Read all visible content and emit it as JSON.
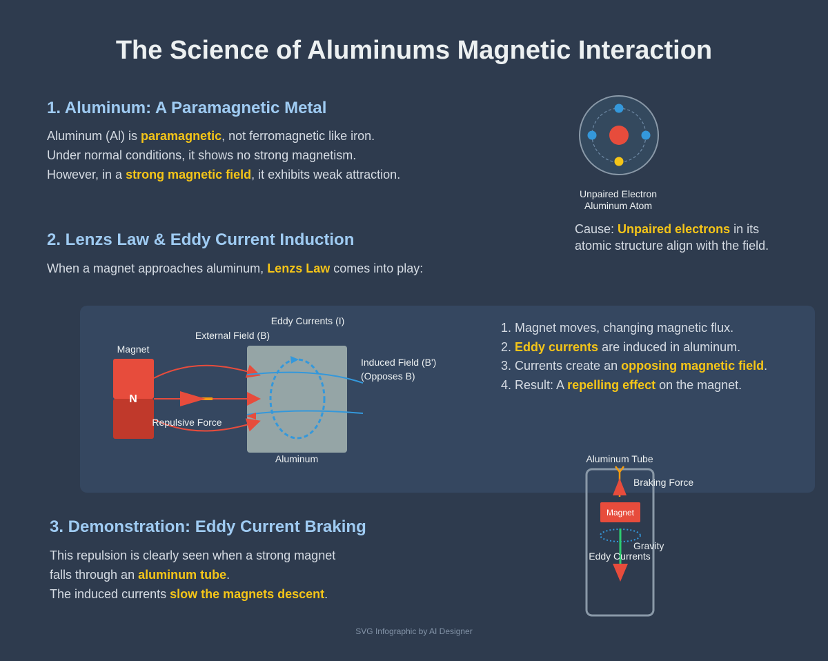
{
  "title": "The Science of Aluminums Magnetic Interaction",
  "section1": {
    "heading": "1. Aluminum: A Paramagnetic Metal",
    "line1": {
      "a": "Aluminum (Al) is ",
      "b": "paramagnetic",
      "c": ", not ferromagnetic like iron."
    },
    "line2": "Under normal conditions, it shows no strong magnetism.",
    "line3": {
      "a": "However, in a ",
      "b": "strong magnetic field",
      "c": ", it exhibits weak attraction."
    },
    "atom": {
      "label1": "Unpaired Electron",
      "label2": "Aluminum Atom"
    },
    "cause": {
      "a": "Cause: ",
      "b": "Unpaired electrons",
      "c": " in its",
      "d": "atomic structure align with the field."
    }
  },
  "section2": {
    "heading": "2. Lenzs Law & Eddy Current Induction",
    "intro": {
      "a": "When a magnet approaches aluminum, ",
      "b": "Lenzs Law",
      "c": " comes into play:"
    },
    "diagram": {
      "magnet_label": "Magnet",
      "magnet_pole": "N",
      "external_field": "External Field (B)",
      "eddy_currents": "Eddy Currents (I)",
      "induced_field_1": "Induced Field (B')",
      "induced_field_2": "(Opposes B)",
      "repulsive_force": "Repulsive Force",
      "aluminum": "Aluminum"
    },
    "steps": [
      {
        "a": "1. Magnet moves, changing magnetic flux.",
        "b": "",
        "c": ""
      },
      {
        "a": "2. ",
        "b": "Eddy currents",
        "c": " are induced in aluminum."
      },
      {
        "a": "3. Currents create an ",
        "b": "opposing magnetic field",
        "c": "."
      },
      {
        "a": "4. Result: A ",
        "b": "repelling effect",
        "c": " on the magnet."
      }
    ]
  },
  "section3": {
    "heading": "3. Demonstration: Eddy Current Braking",
    "line1": "This repulsion is clearly seen when a strong magnet",
    "line2": {
      "a": "falls through an ",
      "b": "aluminum tube",
      "c": "."
    },
    "line3": {
      "a": "The induced currents ",
      "b": "slow the magnets descent",
      "c": "."
    },
    "tube": {
      "tube_label": "Aluminum Tube",
      "braking_force": "Braking Force",
      "magnet": "Magnet",
      "gravity": "Gravity",
      "eddy_currents": "Eddy Currents"
    }
  },
  "footer": "SVG Infographic by AI Designer",
  "colors": {
    "background": "#2e3b4e",
    "panel": "#354760",
    "heading": "#9fcbf2",
    "highlight": "#f5c518",
    "magnet_red": "#e74c3c",
    "field_blue": "#3498db",
    "aluminum_gray": "#95a5a6",
    "gravity_green": "#2ecc71"
  }
}
